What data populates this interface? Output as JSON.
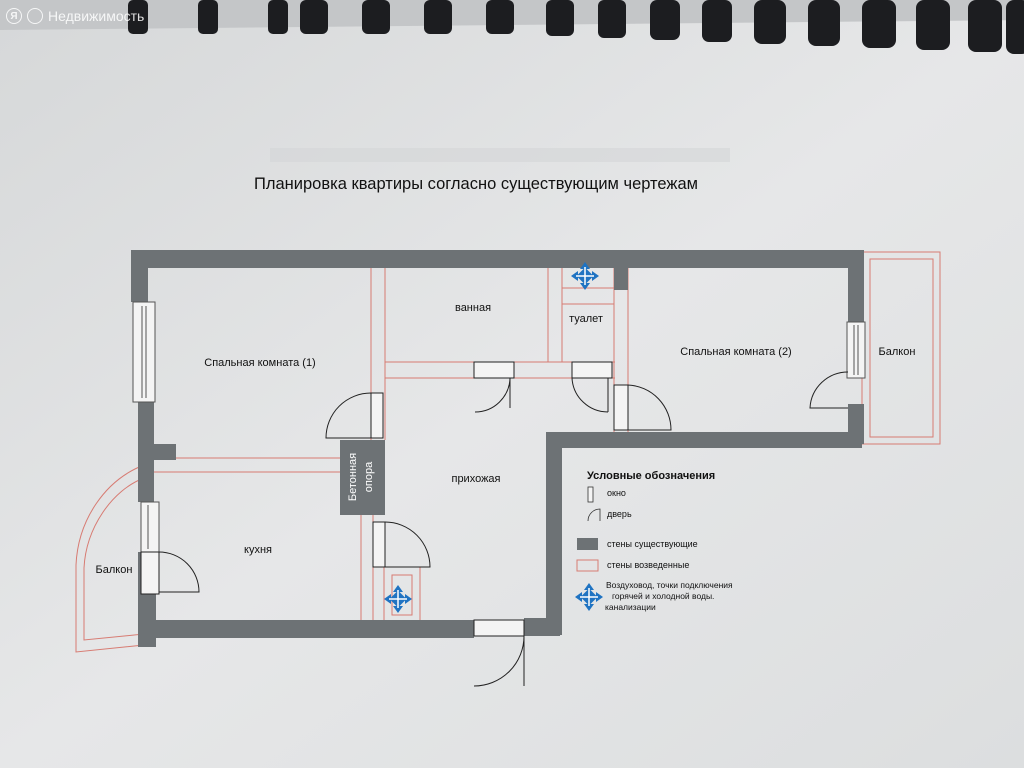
{
  "watermark": {
    "brand": "Недвижимость"
  },
  "title": "Планировка квартиры согласно существующим чертежам",
  "rooms": {
    "bedroom1": "Спальная комната (1)",
    "bathroom": "ванная",
    "toilet": "туалет",
    "bedroom2": "Спальная комната (2)",
    "balcony_right": "Балкон",
    "hallway": "прихожая",
    "kitchen": "кухня",
    "balcony_left": "Балкон",
    "pillar_line1": "Бетонная",
    "pillar_line2": "опора"
  },
  "legend": {
    "title": "Условные обозначения",
    "window": "окно",
    "door": "дверь",
    "walls_existing": "стены существующие",
    "walls_built": "стены возведенные",
    "duct_line1": "Воздуховод, точки подключения",
    "duct_line2": "горячей и холодной  воды.",
    "duct_line3": "канализации"
  },
  "colors": {
    "wall_existing": "#6d7275",
    "wall_built": "#d77b72",
    "duct_icon": "#1f73c2",
    "paper": "#e4e5e6",
    "binding": "#1c1d20"
  },
  "icons": [
    "logo-ya-icon",
    "logo-circle-icon",
    "duct-icon"
  ]
}
